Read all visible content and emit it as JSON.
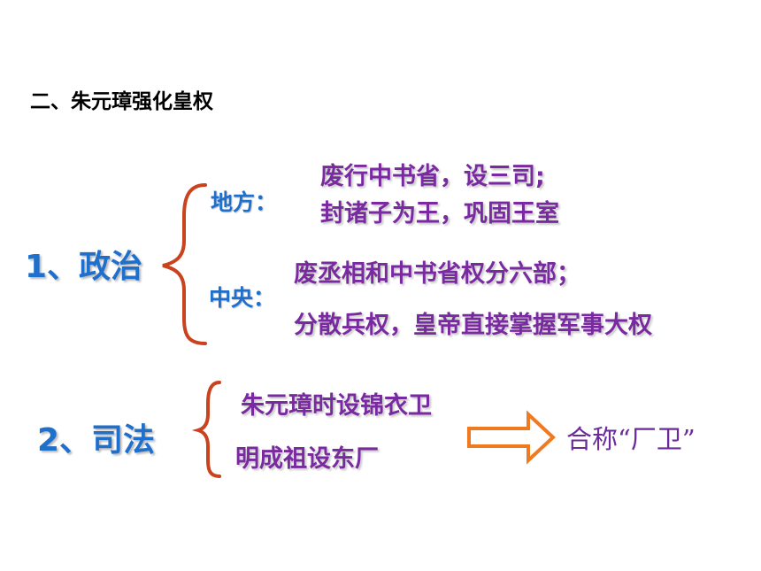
{
  "title": "二、朱元璋强化皇权",
  "politics": {
    "heading": "1、政治",
    "local": {
      "label": "地方：",
      "items": [
        "废行中书省，设三司;",
        "封诸子为王，巩固王室"
      ]
    },
    "central": {
      "label": "中央：",
      "items": [
        "废丞相和中书省权分六部；",
        "分散兵权，皇帝直接掌握军事大权"
      ]
    }
  },
  "justice": {
    "heading": "2、司法",
    "items": [
      "朱元璋时设锦衣卫",
      "明成祖设东厂"
    ],
    "combined": "合称“厂卫”"
  },
  "colors": {
    "heading": "#1f6fcc",
    "item": "#7a2aa0",
    "brace": "#c8431e",
    "arrow": "#f07a20"
  }
}
